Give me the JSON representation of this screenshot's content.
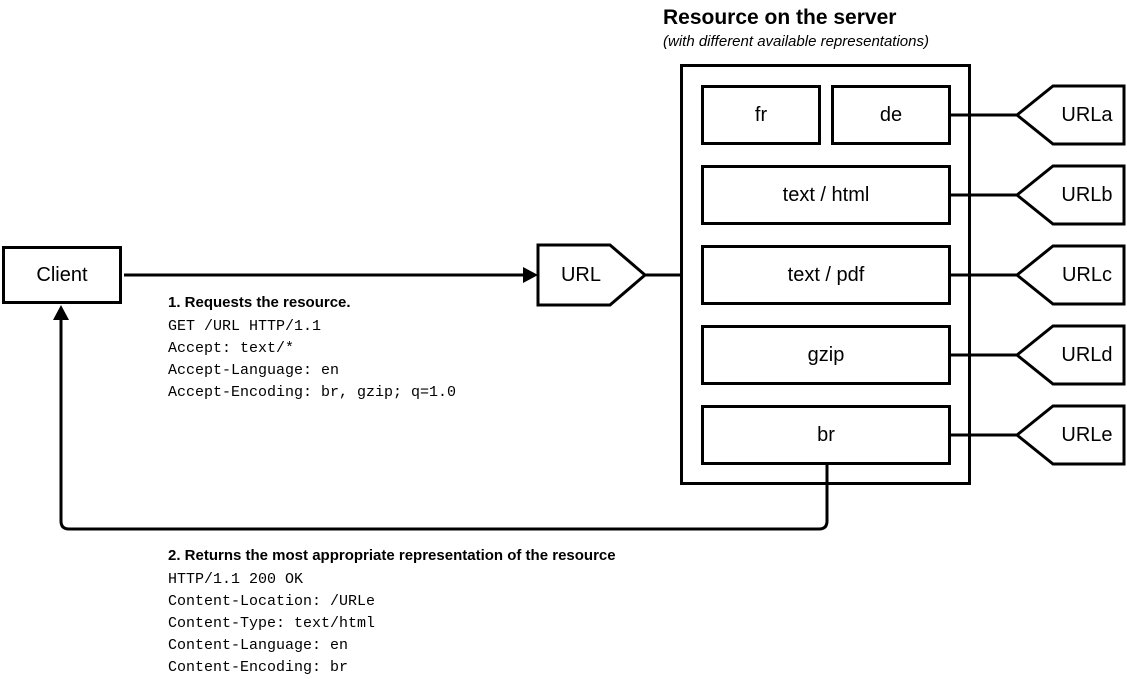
{
  "colors": {
    "line": "#000000",
    "background": "#ffffff"
  },
  "client": {
    "label": "Client"
  },
  "request_node": {
    "label": "URL"
  },
  "server": {
    "title": "Resource on the server",
    "subtitle": "(with different available representations)",
    "languages": [
      "fr",
      "de"
    ],
    "representations": [
      "text / html",
      "text / pdf",
      "gzip",
      "br"
    ]
  },
  "url_tags": [
    "URLa",
    "URLb",
    "URLc",
    "URLd",
    "URLe"
  ],
  "request": {
    "heading": "1. Requests the resource.",
    "lines": [
      "GET /URL HTTP/1.1",
      "Accept: text/*",
      "Accept-Language: en",
      "Accept-Encoding: br, gzip; q=1.0"
    ]
  },
  "response": {
    "heading": "2. Returns the most appropriate representation of the resource",
    "lines": [
      "HTTP/1.1 200 OK",
      "Content-Location: /URLe",
      "Content-Type: text/html",
      "Content-Language: en",
      "Content-Encoding: br"
    ]
  }
}
